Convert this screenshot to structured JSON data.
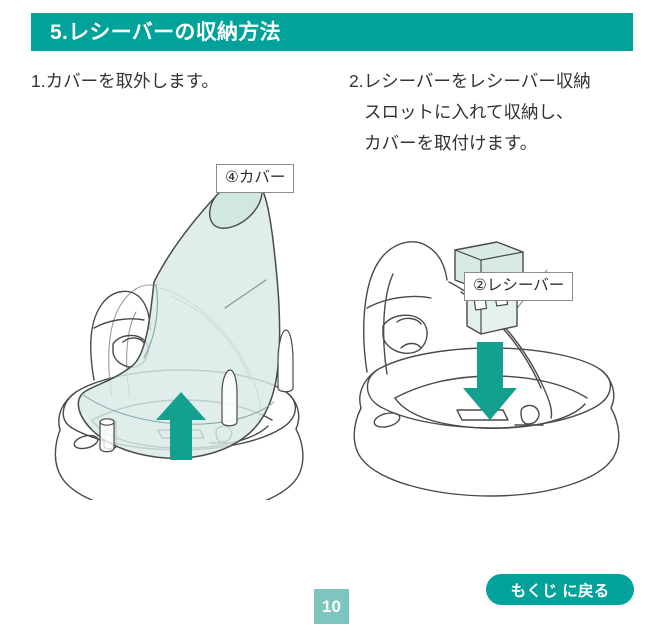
{
  "page": {
    "title": "5.レシーバーの収納方法",
    "header_color": "#00a29a",
    "background_color": "#ffffff"
  },
  "steps": [
    {
      "id": "step1",
      "text": "1.カバーを取外します。",
      "lines": [
        "1.カバーを取外します。"
      ]
    },
    {
      "id": "step2",
      "text": "2.レシーバーをレシーバー収納スロットに入れて収納し、カバーを取付けます。",
      "lines": [
        "2.レシーバーをレシーバー収納",
        "スロットに入れて収納し、",
        "カバーを取付けます。"
      ]
    }
  ],
  "callouts": [
    {
      "id": "cover",
      "label": "④カバー"
    },
    {
      "id": "receiver",
      "label": "②レシーバー"
    }
  ],
  "figures": {
    "left": {
      "name": "vertical-mouse-cover-removal",
      "arrow_direction": "up",
      "arrow_color": "#14a08e",
      "cover_fill": "#d7ebe6",
      "outline_color": "#4a4a4a"
    },
    "right": {
      "name": "vertical-mouse-receiver-insertion",
      "arrow_direction": "down",
      "arrow_color": "#14a08e",
      "receiver_fill": "#d7ebe6",
      "outline_color": "#4a4a4a"
    }
  },
  "footer": {
    "page_number": "10",
    "page_number_color": "#7cc6bf",
    "back_button_label": "もくじ に戻る",
    "back_button_color": "#00a29a"
  }
}
